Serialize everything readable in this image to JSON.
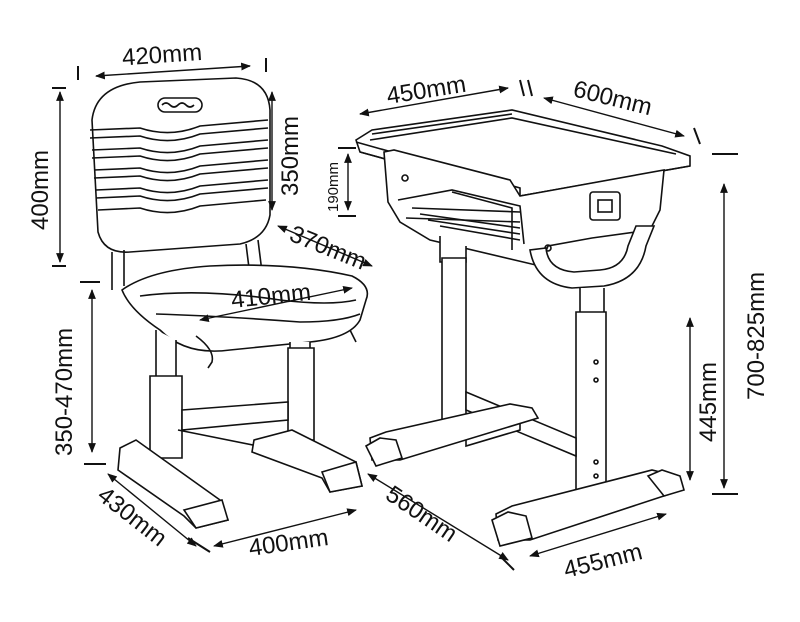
{
  "chair": {
    "back_width": "420mm",
    "back_height": "400mm",
    "back_inner_height": "350mm",
    "seat_depth": "370mm",
    "seat_width": "410mm",
    "seat_height_range": "350-470mm",
    "base_depth": "430mm",
    "base_width": "400mm"
  },
  "desk": {
    "top_depth": "450mm",
    "top_width": "600mm",
    "drawer_height": "190mm",
    "height_range": "700-825mm",
    "leg_height": "445mm",
    "base_depth": "560mm",
    "base_width": "455mm"
  },
  "colors": {
    "line": "#111111",
    "background": "#ffffff"
  }
}
